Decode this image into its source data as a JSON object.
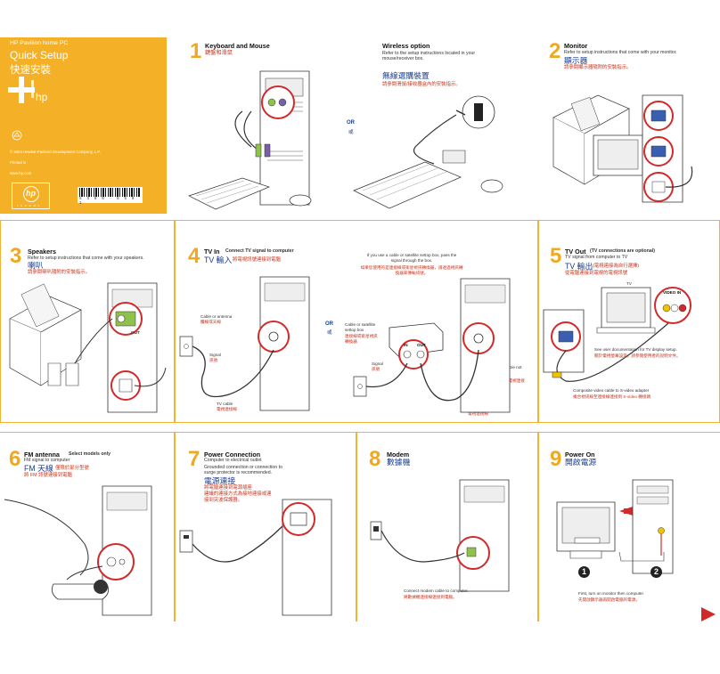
{
  "cover": {
    "brand": "HP Pavilion home PC",
    "title": "Quick Setup",
    "title_cjk": "快速安裝",
    "hp_mark": "hp",
    "copyright": "© 2004 Hewlett-Packard Development Company, L.P.",
    "printed": "Printed in",
    "url": "www.hp.com",
    "logo_text": "hp",
    "logo_sub": "i n v e n t",
    "barcode_number": "5 3 0 0 - 8 5 0 1"
  },
  "keyboard": {
    "step": "1",
    "title": "Keyboard and Mouse",
    "title_cjk": "鍵盤和滑鼠"
  },
  "wireless": {
    "title": "Wireless option",
    "desc": "Refer to the setup instructions located in your mouse/receiver box.",
    "title_cjk": "無線選購裝置",
    "desc_cjk": "請參閱滑鼠/接收器盒內的安裝指示。"
  },
  "or_label": "OR",
  "or_cjk": "或",
  "monitor": {
    "step": "2",
    "title": "Monitor",
    "desc": "Refer to setup instructions that come with your monitor.",
    "title_cjk": "顯示器",
    "desc_cjk": "請參閱顯示器隨附的安裝指示。"
  },
  "speakers": {
    "step": "3",
    "title": "Speakers",
    "desc": "Refer to setup instructions that come with your speakers.",
    "title_cjk": "喇叭",
    "desc_cjk": "請參閱喇叭隨附的安裝指示。",
    "port_label": "OUT"
  },
  "tvin": {
    "step": "4",
    "title": "TV In",
    "subtitle": "Connect TV signal to computer",
    "title_cjk": "TV 輸入",
    "subtitle_cjk": "將電視訊號連接到電腦",
    "cable_antenna": "Cable or antenna",
    "cable_antenna_cjk": "纜線或天線",
    "signal": "Signal",
    "signal_cjk": "訊號",
    "tv_cable": "TV cable",
    "tv_cable_cjk": "電視連接線",
    "settop_note": "If you use a cable or satellite settop box, pass the signal through the box.",
    "settop_note_cjk": "如果您使用的是連接線或衛星視訊轉換器，請透過視訊轉換器來傳輸訊號。",
    "cable_sat": "Cable or satellite settop box",
    "cable_sat_cjk": "連接線或衛星視訊轉換器",
    "in_label": "IN",
    "out_label": "OUT",
    "second_cable": "Second TV cable not included",
    "second_cable_cjk": "不提供第二條電視連接線",
    "signal2": "Signal",
    "signal2_cjk": "訊號",
    "tv_cable2": "TV cable",
    "tv_cable2_cjk": "電視連接線"
  },
  "tvout": {
    "step": "5",
    "title": "TV Out",
    "title_note": "(TV connections are optional)",
    "subtitle": "TV signal from computer to TV",
    "title_cjk": "TV 輸出",
    "title_note_cjk": "(電視連接為自行選擇)",
    "subtitle_cjk": "從電腦連接到電視的電視訊號",
    "tv_label": "TV",
    "video_in": "VIDEO IN",
    "see_user": "See user documentation for TV display setup.",
    "see_user_cjk": "關於電視螢幕設定，請參閱使用者的說明文件。",
    "adapter": "Composite video cable to S-video adapter",
    "adapter_cjk": "複合視訊線至連接線連接到 S-video 轉接頭"
  },
  "fm": {
    "step": "6",
    "title": "FM antenna",
    "subtitle": "Select models only",
    "desc": "FM signal to computer",
    "title_cjk": "FM 天線",
    "subtitle_cjk": "僅限於部分型號",
    "desc_cjk": "將 FM 訊號連接到電腦"
  },
  "power": {
    "step": "7",
    "title": "Power Connection",
    "desc1": "Computer to electrical outlet",
    "desc2": "Grounded connection or connection to surge protector is recommended.",
    "title_cjk": "電源連接",
    "desc1_cjk": "將電腦連接到電源插座",
    "desc2_cjk": "建議的連接方式為接地連接或連接到突波保護器。"
  },
  "modem": {
    "step": "8",
    "title": "Modem",
    "title_cjk": "數據機",
    "desc": "Connect modem cable to computer.",
    "desc_cjk": "將數據機連接線連接到電腦。"
  },
  "poweron": {
    "step": "9",
    "title": "Power On",
    "title_cjk": "開啟電源",
    "badge1": "1",
    "badge2": "2",
    "desc": "First, turn on monitor then computer.",
    "desc_cjk": "先開啟顯示器再開啟電腦的電源。"
  },
  "colors": {
    "accent": "#f0a820",
    "cover": "#f4b127",
    "cjk_red": "#c8331b",
    "cjk_blue": "#1c3d8f",
    "highlight": "#d22a2a"
  }
}
